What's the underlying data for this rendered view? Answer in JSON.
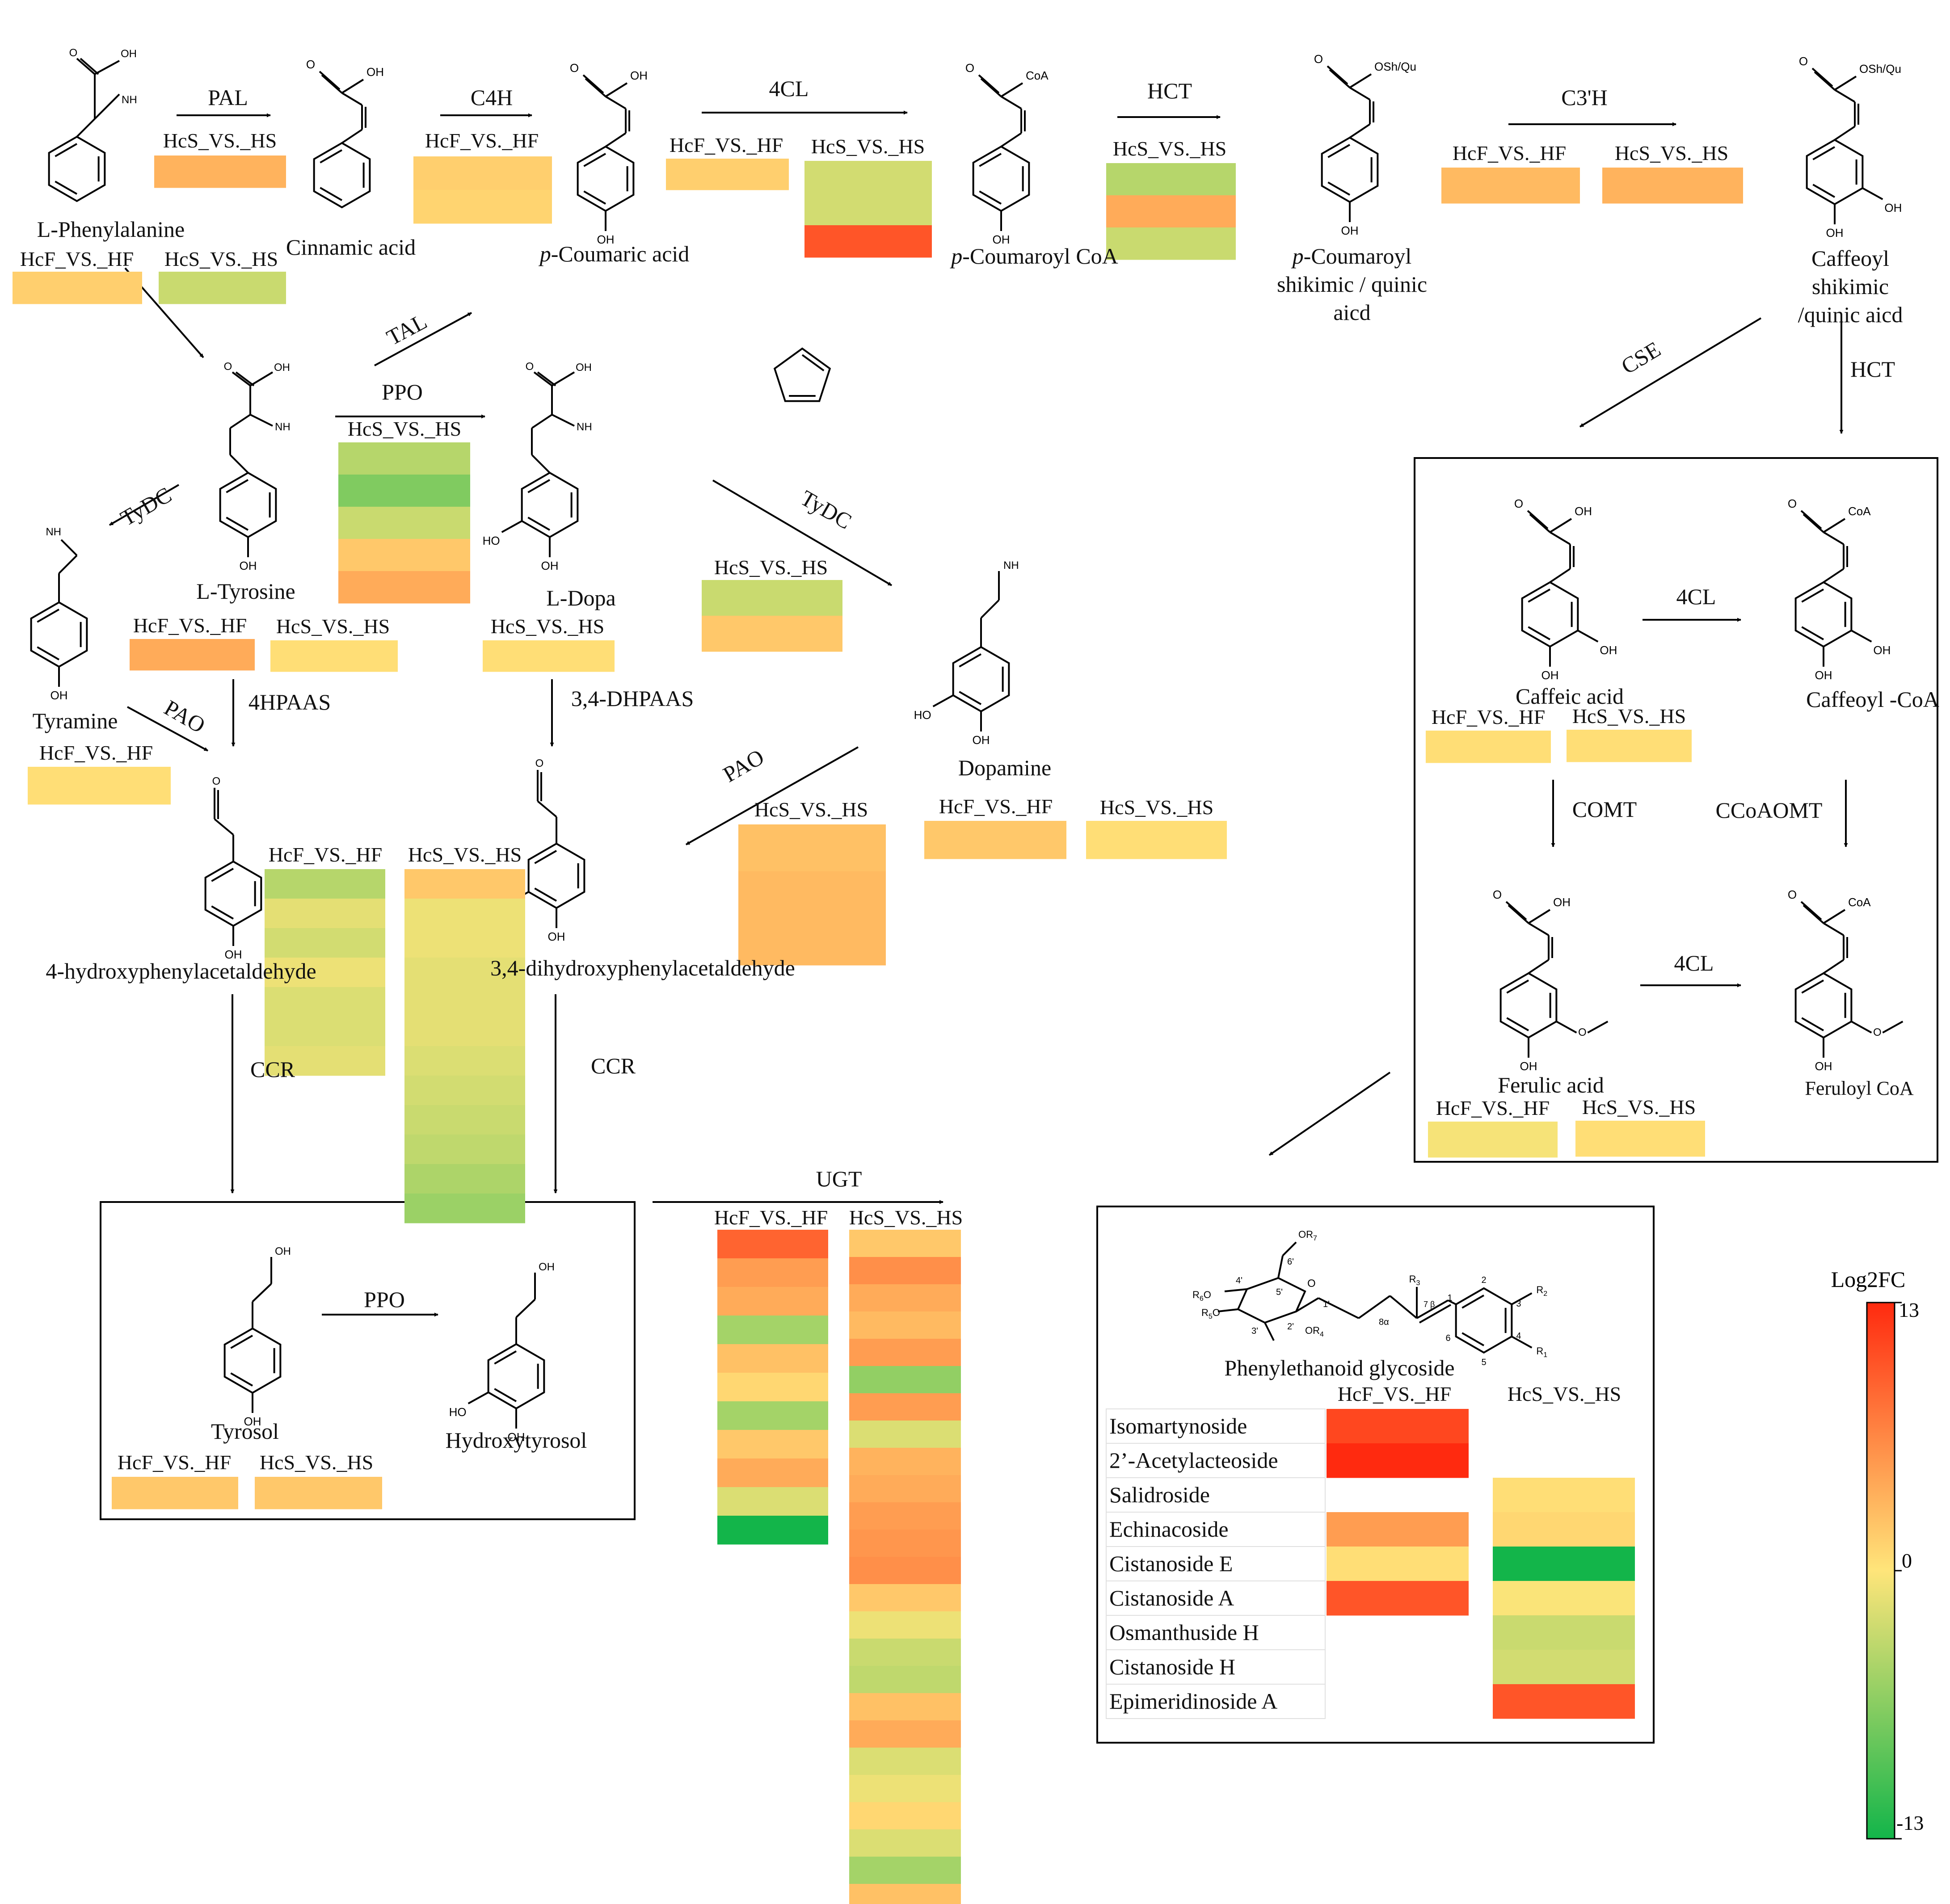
{
  "compounds": {
    "phe": "L-Phenylalanine",
    "cin": "Cinnamic acid",
    "pcou_pre": "p",
    "pcou": "-Coumaric acid",
    "pcoa_pre": "p",
    "pcoa": "-Coumaroyl CoA",
    "pcsh_pre": "p",
    "pcsh1": "-Coumaroyl",
    "pcsh2": "shikimic / quinic",
    "pcsh3": "aicd",
    "caf1": "Caffeoyl",
    "caf2": "shikimic",
    "caf3": "/quinic aicd",
    "tyr": "L-Tyrosine",
    "tyra": "Tyramine",
    "dopa": "L-Dopa",
    "dopamine": "Dopamine",
    "hpaa": "4-hydroxyphenylacetaldehyde",
    "dhpaa": "3,4-dihydroxyphenylacetaldehyde",
    "caffeic": "Caffeic acid",
    "caffcoa": "Caffeoyl -CoA",
    "ferulic": "Ferulic acid",
    "ferucoa": "Feruloyl CoA",
    "tyrosol": "Tyrosol",
    "hydroxytyrosol": "Hydroxytyrosol",
    "peg": "Phenylethanoid glycoside"
  },
  "enzymes": {
    "pal": "PAL",
    "c4h": "C4H",
    "cl4": "4CL",
    "hct": "HCT",
    "c3h": "C3'H",
    "tal": "TAL",
    "ppo": "PPO",
    "tydc": "TyDC",
    "cse": "CSE",
    "hpaas": "4HPAAS",
    "dhpaas": "3,4-DHPAAS",
    "pao": "PAO",
    "ccr": "CCR",
    "comt": "COMT",
    "ccoaomt": "CCoAOMT",
    "ugt": "UGT"
  },
  "comparisons": {
    "hf": "HcF_VS._HF",
    "hs": "HcS_VS._HS"
  },
  "atoms": {
    "oh": "OH",
    "coa": "CoA",
    "nh2": "NH",
    "shqu": "OSh/Qu",
    "ho": "HO",
    "o": "O",
    "or7": "OR",
    "r6o": "R",
    "r5o": "R",
    "or4": "OR",
    "r3": "R",
    "r2": "R",
    "r1": "R",
    "n1": "1",
    "n2": "2",
    "n3": "3",
    "n4": "4",
    "n5": "5",
    "n6": "6",
    "p1": "1'",
    "p2": "2'",
    "p3": "3'",
    "p4": "4'",
    "p5": "5'",
    "p6": "6'",
    "c7": "7",
    "cb": "β",
    "c8": "8α"
  },
  "glycosides": [
    "Isomartynoside",
    "2’-Acetylacteoside",
    "Salidroside",
    "Echinacoside",
    "Cistanoside E",
    "Cistanoside A",
    "Osmanthuside H",
    "Cistanoside H",
    "Epimeridinoside A"
  ],
  "legend": {
    "title": "Log2FC",
    "max": "13",
    "mid": "0",
    "min": "-13"
  },
  "palette": {
    "red": "#ff2a0f",
    "yellow": "#ffe57a",
    "green": "#13b54a"
  },
  "heatmap_log2fc": {
    "pal_hs": [
      3.5
    ],
    "phe_hf": [
      1.5
    ],
    "phe_hs": [
      -3
    ],
    "c4h_hf": [
      1.5,
      1.2
    ],
    "pcou_hf": [
      1.5
    ],
    "cl4_hs": [
      -2.5,
      -2.5,
      10
    ],
    "hct": [
      -4,
      4,
      -3
    ],
    "c3h_hf": [
      3
    ],
    "c3h_hs": [
      3.5
    ],
    "ppo": [
      -4,
      -7,
      -3,
      2,
      4
    ],
    "tyr_hf": [
      4
    ],
    "tyr_hs": [
      0.5
    ],
    "tydc": [
      -3,
      2
    ],
    "dopa_hs": [
      0.5
    ],
    "tyra_hf": [
      0.5
    ],
    "caffeic_hf": [
      0.5
    ],
    "caffeic_hs": [
      0.5
    ],
    "ferulic_hf": [
      -0.5
    ],
    "ferulic_hs": [
      0.5
    ],
    "pao_hs": [
      2.5,
      3,
      3
    ],
    "dopamine_hf": [
      2
    ],
    "dopamine_hs": [
      0.5
    ],
    "ccr_hf": [
      -4,
      -1.5,
      -2.5,
      -1,
      -2,
      -2,
      -1.5
    ],
    "ccr_hs": [
      2,
      -1,
      -1,
      -1.5,
      -1.5,
      -1.5,
      -2,
      -2.5,
      -3,
      -3.5,
      -4.5,
      -5.5
    ],
    "tyrosol_hf": [
      2
    ],
    "tyrosol_hs": [
      2
    ],
    "ugt_hf": [
      9,
      5,
      4,
      -5,
      2.5,
      1,
      -5,
      2,
      4,
      -2,
      -13
    ],
    "ugt_hs": [
      2,
      6,
      4,
      3,
      5,
      -6,
      5,
      -2,
      3.5,
      4,
      5,
      5.5,
      6,
      2,
      -1,
      -3,
      -3.5,
      2.5,
      4,
      -2,
      -1,
      1,
      -2,
      -5,
      2.5,
      3
    ],
    "peg_hf": [
      11,
      13,
      null,
      5,
      0.5,
      10,
      null,
      null,
      null
    ],
    "peg_hs": [
      null,
      null,
      0.5,
      1,
      -13,
      -0.3,
      -3,
      -2.5,
      10
    ]
  }
}
